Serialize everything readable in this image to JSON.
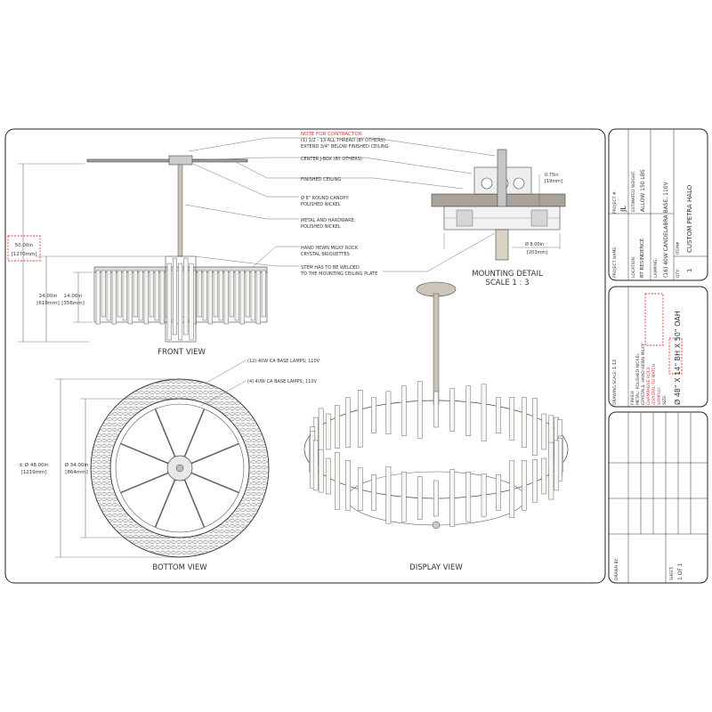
{
  "front_view": {
    "title": "FRONT VIEW",
    "dim_overall_in": "50.00in",
    "dim_overall_mm": "[1270mm]",
    "dim_drop_in": "24.00in",
    "dim_drop_mm": "[610mm]",
    "dim_body_in": "14.00in",
    "dim_body_mm": "[356mm]"
  },
  "callouts": {
    "note_heading": "NOTE FOR CONTRACTOR:",
    "note_line1": "(1) 1/2 - 13 ALL THREAD (BY OTHERS)",
    "note_line2": "EXTEND 3/4\" BELOW FINISHED CEILING",
    "jbox": "CENTER J-BOX (BY OTHERS)",
    "ceiling": "FINISHED CEILING",
    "canopy1": "Ø 8\" ROUND CANOPY:",
    "canopy2": "POLISHED NICKEL",
    "metal1": "METAL AND HARDWARE:",
    "metal2": "POLISHED NICKEL",
    "crystal1": "HAND HEWN MILKY ROCK",
    "crystal2": "CRYSTAL BRIQUETTES",
    "stem1": "STEM HAS TO BE WELDED",
    "stem2": "TO THE MOUNTING CEILING PLATE"
  },
  "mounting_detail": {
    "title": "MOUNTING DETAIL",
    "scale": "SCALE 1 : 3",
    "dim_small_in": "0.75in",
    "dim_small_mm": "[19mm]",
    "dim_plate_in": "Ø 8.00in",
    "dim_plate_mm": "[203mm]"
  },
  "bottom_view": {
    "title": "BOTTOM VIEW",
    "lamps_outer": "(12) 40W CA BASE LAMPS; 110V",
    "lamps_inner": "(4) 40W CA BASE LAMPS; 110V",
    "dim_outer_in": "± Ø 48.00in",
    "dim_outer_mm": "[1219mm]",
    "dim_inner_in": "Ø 34.00in",
    "dim_inner_mm": "[864mm]"
  },
  "display_view": {
    "title": "DISPLAY VIEW"
  },
  "title_block": {
    "project_label": "PROJECT #:",
    "project_value": "JL",
    "weight_label": "ESTIMATED WEIGHT:",
    "weight_value": "ALLOW 150 LBS",
    "name_label": "PROJECT NAME:",
    "location_label": "LOCATION:",
    "location_value": "RT RESINDENCE",
    "lamping_label": "LAMPING:",
    "lamping_value": "(16) 40W CANDELABRA BASE, 110V",
    "item_label": "ITEM#",
    "item_value": "CUSTOM PETRA HALO",
    "qty_label": "QTY:",
    "qty_value": "1",
    "scale_label": "DRAWING SCALE:",
    "scale_value": "1:12",
    "finish_label": "FINISH:",
    "finish_metal": "METAL:   POLISHED NICKEL",
    "finish_crystal": "CRYSTALS: HAND HEWN MILKY",
    "finish_red1": "CHAMPAGNE ROCK",
    "finish_red2": "(CRYSTAL TO MATCH",
    "finish_red3": "SAMPLE)",
    "size_label": "SIZE:",
    "size_value": "Ø 48\" X 14\" BH X 50\" OAH",
    "drawn_label": "DRAWN BY:",
    "sheet_label": "SHEET:",
    "sheet_value": "1 OF 1"
  }
}
